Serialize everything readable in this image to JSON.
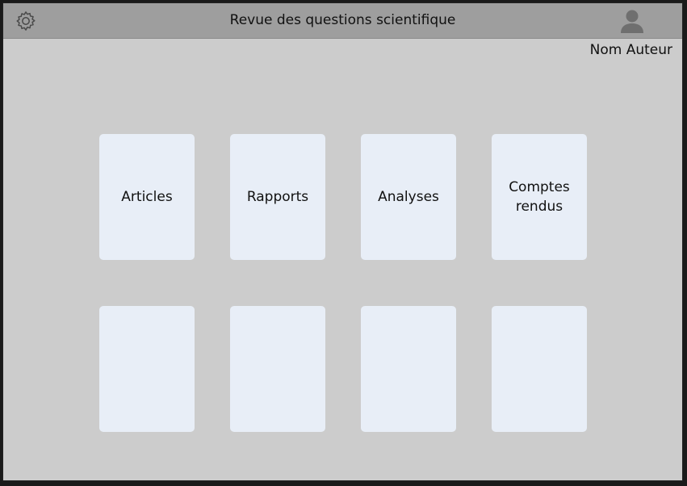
{
  "header": {
    "title": "Revue des questions scientifique",
    "author_name": "Nom Auteur",
    "icons": {
      "settings": "gear-icon",
      "user": "user-icon"
    }
  },
  "cards": [
    {
      "label": "Articles"
    },
    {
      "label": "Rapports"
    },
    {
      "label": "Analyses"
    },
    {
      "label": "Comptes rendus"
    },
    {
      "label": ""
    },
    {
      "label": ""
    },
    {
      "label": ""
    },
    {
      "label": ""
    }
  ],
  "colors": {
    "titlebar": "#9e9e9e",
    "background": "#cccccc",
    "card": "#e8eef7"
  }
}
